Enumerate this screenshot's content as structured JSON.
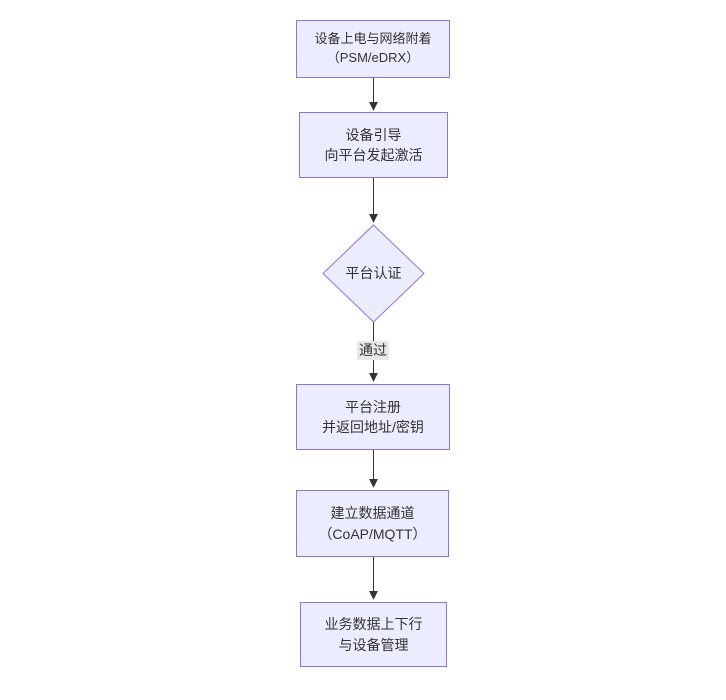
{
  "diagram": {
    "type": "flowchart",
    "direction": "top-down",
    "nodes": [
      {
        "id": "A",
        "shape": "rect",
        "lines": [
          "设备上电与网络附着",
          "（PSM/eDRX）"
        ]
      },
      {
        "id": "B",
        "shape": "rect",
        "lines": [
          "设备引导",
          "向平台发起激活"
        ]
      },
      {
        "id": "C",
        "shape": "diamond",
        "lines": [
          "平台认证"
        ]
      },
      {
        "id": "D",
        "shape": "rect",
        "lines": [
          "平台注册",
          "并返回地址/密钥"
        ]
      },
      {
        "id": "E",
        "shape": "rect",
        "lines": [
          "建立数据通道",
          "（CoAP/MQTT）"
        ]
      },
      {
        "id": "F",
        "shape": "rect",
        "lines": [
          "业务数据上下行",
          "与设备管理"
        ]
      }
    ],
    "edges": [
      {
        "from": "A",
        "to": "B",
        "label": ""
      },
      {
        "from": "B",
        "to": "C",
        "label": ""
      },
      {
        "from": "C",
        "to": "D",
        "label": "通过"
      },
      {
        "from": "D",
        "to": "E",
        "label": ""
      },
      {
        "from": "E",
        "to": "F",
        "label": ""
      }
    ],
    "colors": {
      "background": "#ffffff",
      "node_fill": "#ECECFF",
      "node_border": "#9370DB",
      "text": "#333333",
      "edge": "#333333",
      "edge_label_bg": "#e8e8e8"
    }
  }
}
